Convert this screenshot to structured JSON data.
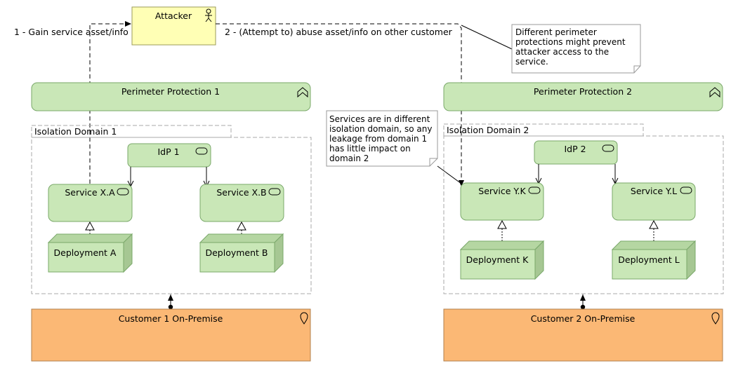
{
  "attacker": {
    "label": "Attacker"
  },
  "flows": {
    "gain": "1 - Gain service asset/info",
    "abuse": "2 - (Attempt to) abuse asset/info on other customer"
  },
  "notes": {
    "perimeter": [
      "Different perimeter",
      "protections might prevent",
      "attacker access to the",
      "service."
    ],
    "isolation": [
      "Services are in different",
      "isolation domain, so any",
      "leakage from domain 1",
      "has little impact on",
      "domain 2"
    ]
  },
  "left": {
    "perimeter": "Perimeter Protection 1",
    "domain": "Isolation Domain 1",
    "idp": "IdP 1",
    "service_a": "Service X.A",
    "service_b": "Service X.B",
    "deploy_a": "Deployment A",
    "deploy_b": "Deployment B",
    "customer": "Customer 1 On-Premise"
  },
  "right": {
    "perimeter": "Perimeter Protection 2",
    "domain": "Isolation Domain 2",
    "idp": "IdP 2",
    "service_a": "Service Y.K",
    "service_b": "Service Y.L",
    "deploy_a": "Deployment K",
    "deploy_b": "Deployment L",
    "customer": "Customer 2 On-Premise"
  },
  "colors": {
    "actor_fill": "#ffffb5",
    "app_fill": "#c9e7b7",
    "location_fill": "#fbb875",
    "note_fill": "#ffffff"
  },
  "icons": {
    "actor": "actor-icon",
    "perimeter": "chevron-up-icon",
    "service": "service-icon",
    "customer": "location-pin-icon"
  }
}
